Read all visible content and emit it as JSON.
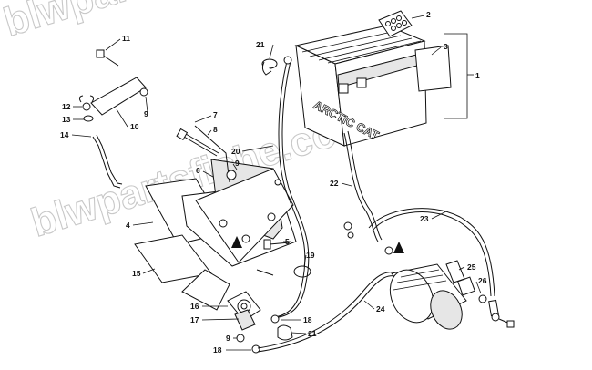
{
  "watermark": {
    "line1": "blwpartsfiche.com",
    "line2": "blwpartsfiche.com"
  },
  "battery": {
    "brand": "ARCTIC CAT"
  },
  "callouts": [
    {
      "id": "c1",
      "label": "1"
    },
    {
      "id": "c2",
      "label": "2"
    },
    {
      "id": "c3",
      "label": "3"
    },
    {
      "id": "c4",
      "label": "4"
    },
    {
      "id": "c5",
      "label": "5"
    },
    {
      "id": "c6",
      "label": "6"
    },
    {
      "id": "c7",
      "label": "7"
    },
    {
      "id": "c8",
      "label": "8"
    },
    {
      "id": "c9a",
      "label": "9"
    },
    {
      "id": "c9b",
      "label": "9"
    },
    {
      "id": "c9c",
      "label": "9"
    },
    {
      "id": "c10",
      "label": "10"
    },
    {
      "id": "c11",
      "label": "11"
    },
    {
      "id": "c12",
      "label": "12"
    },
    {
      "id": "c13",
      "label": "13"
    },
    {
      "id": "c14",
      "label": "14"
    },
    {
      "id": "c15",
      "label": "15"
    },
    {
      "id": "c16",
      "label": "16"
    },
    {
      "id": "c17",
      "label": "17"
    },
    {
      "id": "c18a",
      "label": "18"
    },
    {
      "id": "c18b",
      "label": "18"
    },
    {
      "id": "c19",
      "label": "19"
    },
    {
      "id": "c20",
      "label": "20"
    },
    {
      "id": "c21a",
      "label": "21"
    },
    {
      "id": "c21b",
      "label": "21"
    },
    {
      "id": "c22",
      "label": "22"
    },
    {
      "id": "c23",
      "label": "23"
    },
    {
      "id": "c24",
      "label": "24"
    },
    {
      "id": "c25",
      "label": "25"
    },
    {
      "id": "c26",
      "label": "26"
    }
  ]
}
